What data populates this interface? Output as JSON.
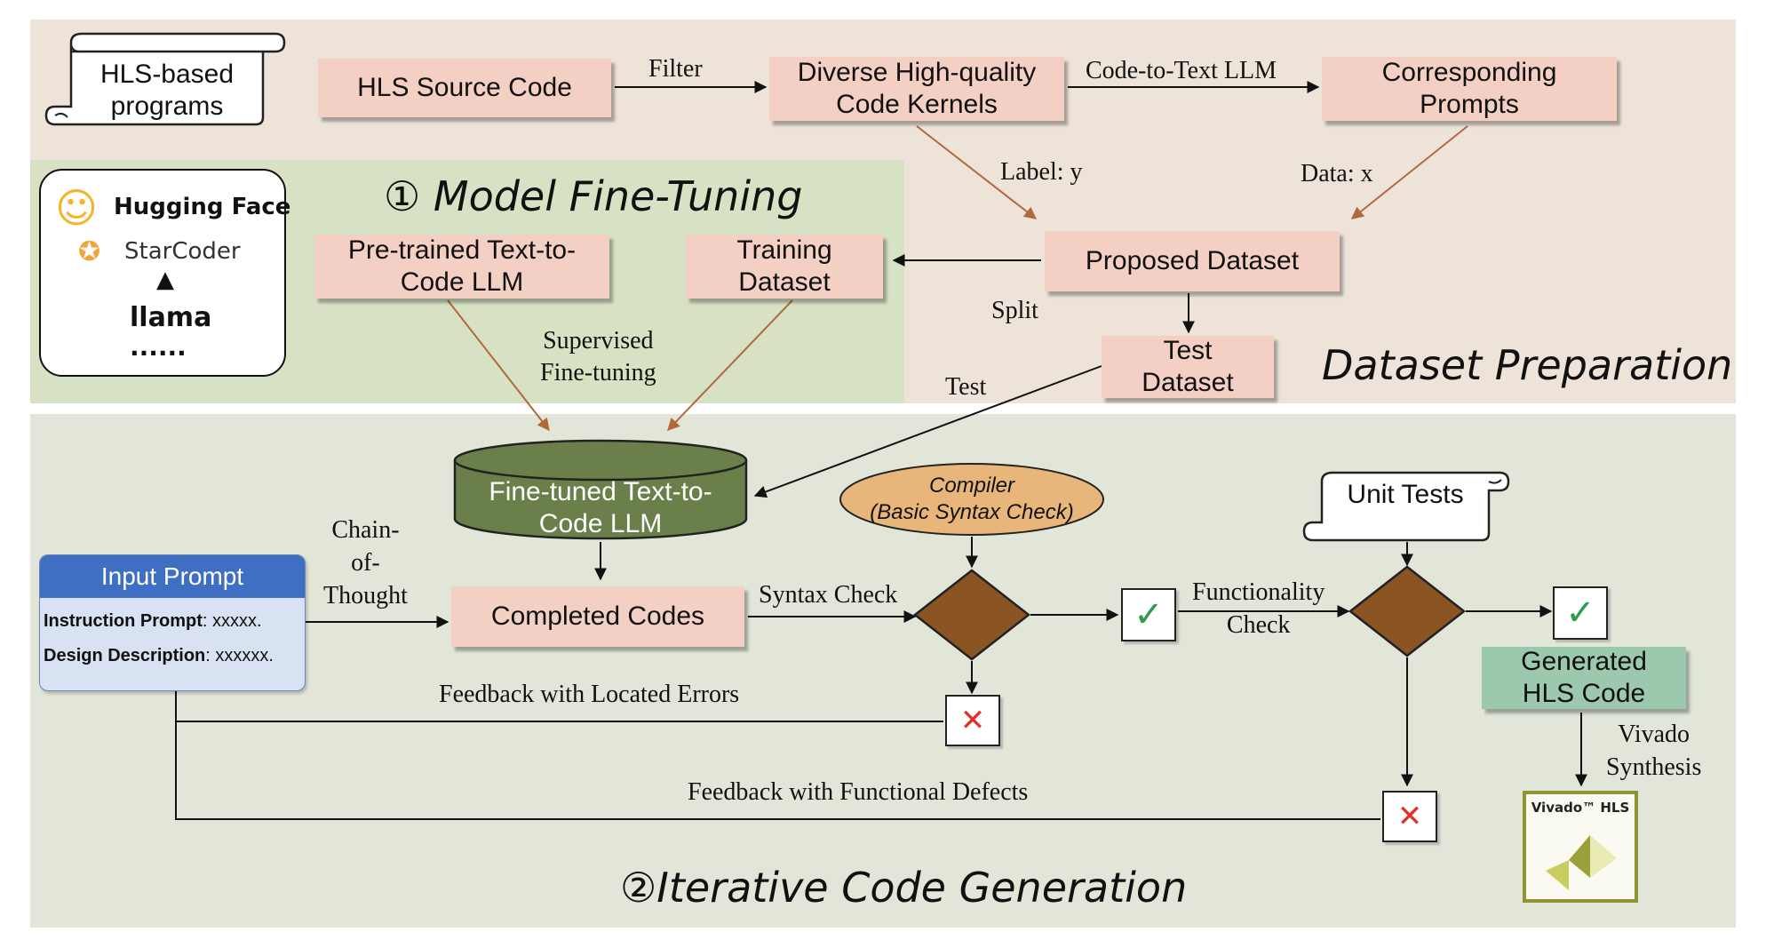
{
  "sections": {
    "dataset_preparation": "Dataset Preparation",
    "model_fine_tuning": "Model Fine-Tuning",
    "model_fine_tuning_num": "①",
    "iterative_code_generation": "Iterative Code Generation",
    "iterative_code_generation_num": "②"
  },
  "nodes": {
    "hls_programs": [
      "HLS-based",
      "programs"
    ],
    "hls_source": "HLS Source Code",
    "kernels": [
      "Diverse High-quality",
      "Code Kernels"
    ],
    "prompts": [
      "Corresponding",
      "Prompts"
    ],
    "proposed": "Proposed Dataset",
    "pretrained": [
      "Pre-trained Text-to-",
      "Code LLM"
    ],
    "training": [
      "Training",
      "Dataset"
    ],
    "test": [
      "Test",
      "Dataset"
    ],
    "finetuned": [
      "Fine-tuned Text-to-",
      "Code LLM"
    ],
    "completed": "Completed Codes",
    "compiler": [
      "Compiler",
      "(Basic Syntax Check)"
    ],
    "unit_tests": "Unit Tests",
    "generated": [
      "Generated",
      "HLS Code"
    ],
    "input_prompt": {
      "title": "Input Prompt",
      "instruction_key": "Instruction Prompt",
      "instruction_val": ": xxxxx.",
      "design_key": "Design Description",
      "design_val": ": xxxxxx."
    },
    "vivado": "Vivado™ HLS"
  },
  "logos": {
    "hugging_face": "Hugging Face",
    "starcoder": "StarCoder",
    "llama": "llama",
    "more": "......"
  },
  "edge_labels": {
    "filter": "Filter",
    "code_to_text": "Code-to-Text LLM",
    "label_y": "Label: y",
    "data_x": "Data: x",
    "split": "Split",
    "supervised": [
      "Supervised",
      "Fine-tuning"
    ],
    "test": "Test",
    "cot": [
      "Chain-",
      "of-",
      "Thought"
    ],
    "syntax_check": "Syntax Check",
    "functionality_check": [
      "Functionality",
      "Check"
    ],
    "feedback_errors": "Feedback with Located Errors",
    "feedback_defects": "Feedback with Functional Defects",
    "vivado_synthesis": [
      "Vivado",
      "Synthesis"
    ]
  },
  "symbols": {
    "check": "✓",
    "cross": "✕"
  },
  "colors": {
    "top_panel": "#ede3d8",
    "fine_tune_panel": "#d7e2c4",
    "bottom_panel": "#e1e6d9",
    "process_box": "#f4cfc4",
    "llm_cylinder": "#6a7f4a",
    "decision": "#8b5523",
    "compiler": "#e8b57a",
    "generated": "#9cc8ad",
    "input_header": "#3f6fc2",
    "input_body": "#d8e2f3",
    "arrow_brown": "#b06a3a"
  }
}
